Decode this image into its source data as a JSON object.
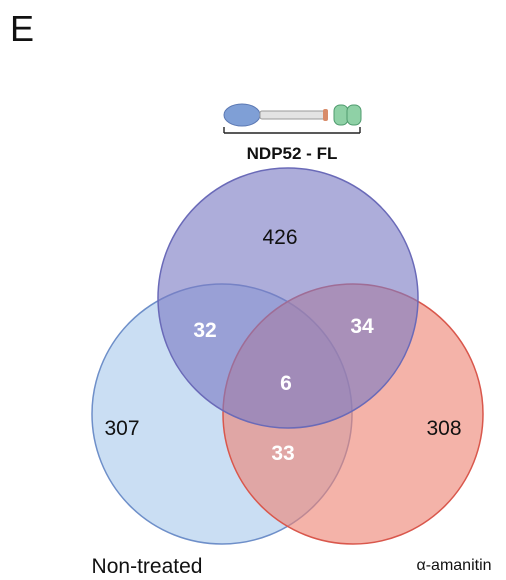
{
  "panel_label": "E",
  "construct": {
    "label": "NDP52 - FL",
    "domain_colors": {
      "head": "#7f9fd6",
      "head_stroke": "#5b78b3",
      "linker": "#e3e3e3",
      "linker_stroke": "#9a9a9a",
      "small_domain": "#d88c6a",
      "zinc_fingers": "#8fd1a6",
      "zinc_stroke": "#4f9b6e"
    }
  },
  "venn": {
    "sets": [
      {
        "key": "a",
        "label": "",
        "fill": "#7b7bc4",
        "stroke": "#6a6ab8"
      },
      {
        "key": "b",
        "label": "Non-treated",
        "fill": "#a9c9ec",
        "stroke": "#6e8fc9"
      },
      {
        "key": "c",
        "label": "α-amanitin",
        "fill": "#ee8474",
        "stroke": "#d9574c"
      }
    ],
    "regions": {
      "a_only": "426",
      "b_only": "307",
      "c_only": "308",
      "ab": "32",
      "ac": "34",
      "bc": "33",
      "abc": "6"
    },
    "text_colors": {
      "outer": "#111111",
      "inner": "#ffffff"
    }
  }
}
